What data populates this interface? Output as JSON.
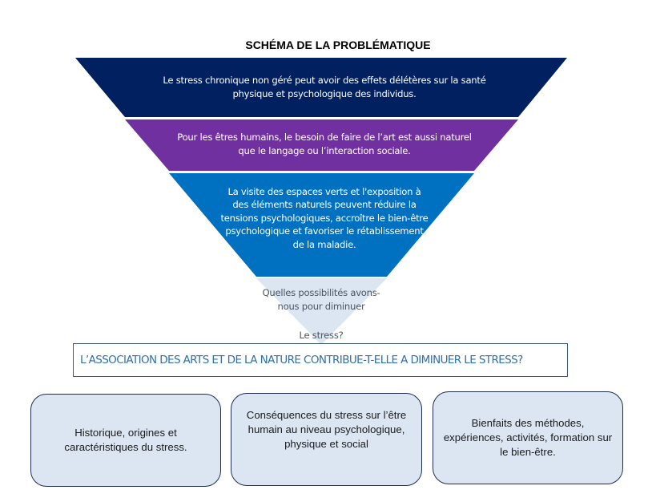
{
  "title": "SCHÉMA DE LA PROBLÉMATIQUE",
  "funnel": {
    "layers": [
      {
        "text": "Le stress chronique non géré peut avoir des effets délétères sur la santé physique et psychologique des individus.",
        "color": "#002060"
      },
      {
        "text": "Pour les êtres humains, le besoin de faire de l’art est aussi naturel que le langage ou l’interaction sociale.",
        "color": "#7030a0"
      },
      {
        "text": "La visite des espaces verts et l'exposition à des éléments naturels peuvent réduire la tensions psychologiques, accroître le bien-être psychologique et favoriser le rétablissement de la maladie.",
        "color": "#0070c0"
      },
      {
        "text": "Quelles possibilités avons-nous pour diminuer",
        "text_extra": "Le stress?",
        "color": "#dce6f2"
      }
    ]
  },
  "research_question": "L’ASSOCIATION DES ARTS ET DE LA NATURE CONTRIBUE-T-ELLE A DIMINUER LE STRESS?",
  "cards": [
    {
      "text": "Historique, origines et caractéristiques du stress."
    },
    {
      "text": "Conséquences du stress sur l’être humain au niveau psychologique, physique et social"
    },
    {
      "text": "Bienfaits des méthodes, expériences, activités, formation sur le bien-être."
    }
  ],
  "colors": {
    "question_text": "#2e6fa8",
    "question_border": "#3f5a73",
    "card_fill": "#dce6f2",
    "card_border": "#1f2f4f"
  }
}
